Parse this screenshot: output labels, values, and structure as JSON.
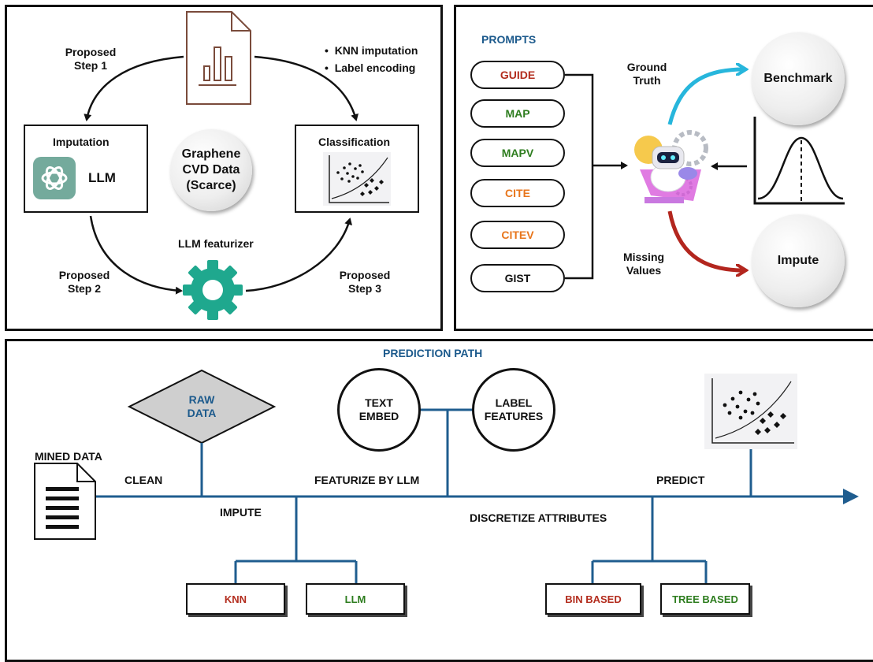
{
  "panel_a": {
    "proposed_step1": [
      "Proposed",
      "Step 1"
    ],
    "bullets": [
      "KNN imputation",
      "Label encoding"
    ],
    "imputation": {
      "title": "Imputation",
      "label": "LLM"
    },
    "center": [
      "Graphene",
      "CVD Data",
      "(Scarce)"
    ],
    "classification": {
      "title": "Classification"
    },
    "featurizer": "LLM featurizer",
    "proposed_step2": [
      "Proposed",
      "Step 2"
    ],
    "proposed_step3": [
      "Proposed",
      "Step 3"
    ]
  },
  "panel_b": {
    "prompts_title": "PROMPTS",
    "prompts": [
      {
        "label": "GUIDE",
        "color": "#b32d1e"
      },
      {
        "label": "MAP",
        "color": "#2e7d1f"
      },
      {
        "label": "MAPV",
        "color": "#2e7d1f"
      },
      {
        "label": "CITE",
        "color": "#e8761c"
      },
      {
        "label": "CITEV",
        "color": "#e8761c"
      },
      {
        "label": "GIST",
        "color": "#111111"
      }
    ],
    "ground_truth": [
      "Ground",
      "Truth"
    ],
    "benchmark": "Benchmark",
    "missing_values": [
      "Missing",
      "Values"
    ],
    "impute": "Impute"
  },
  "panel_c": {
    "title": "PREDICTION PATH",
    "raw_data": [
      "RAW",
      "DATA"
    ],
    "text_embed": [
      "TEXT",
      "EMBED"
    ],
    "label_features": [
      "LABEL",
      "FEATURES"
    ],
    "mined_data": "MINED DATA",
    "clean": "CLEAN",
    "featurize": "FEATURIZE BY LLM",
    "predict": "PREDICT",
    "impute": "IMPUTE",
    "discretize": "DISCRETIZE ATTRIBUTES",
    "leaves": [
      {
        "label": "KNN",
        "color": "#b32d1e"
      },
      {
        "label": "LLM",
        "color": "#2e7d1f"
      },
      {
        "label": "BIN BASED",
        "color": "#b32d1e"
      },
      {
        "label": "TREE BASED",
        "color": "#2e7d1f"
      }
    ]
  },
  "colors": {
    "title_blue": "#1c5a8c",
    "path_blue": "#1f5d8f",
    "gear_teal": "#1fa88e",
    "openai_teal": "#74aa9c",
    "cyan_arrow": "#27b6dc",
    "red_arrow": "#b3261e",
    "doc_brown": "#7a4b3b"
  }
}
